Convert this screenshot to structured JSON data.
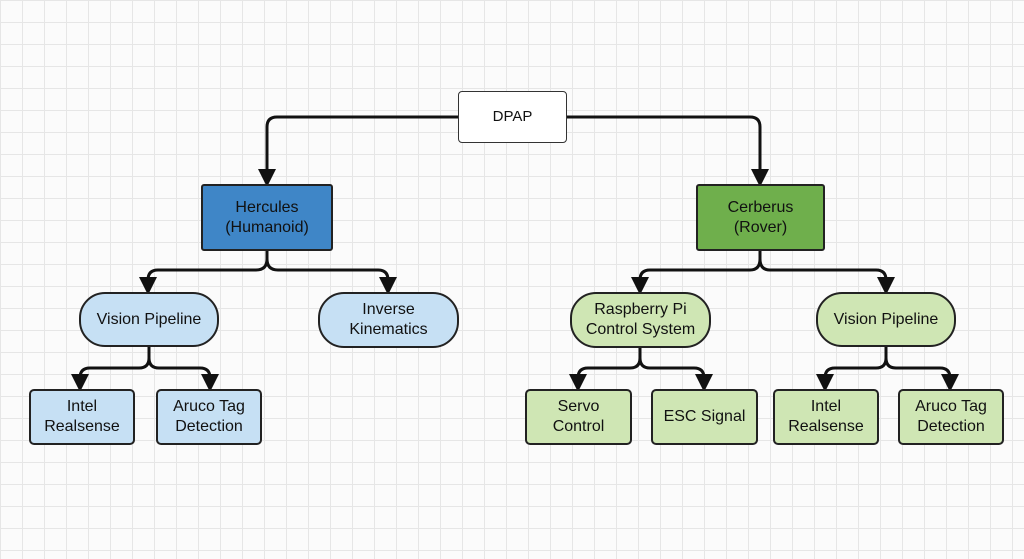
{
  "diagram": {
    "root": {
      "label": "DPAP"
    },
    "hercules": {
      "label": "Hercules\n(Humanoid)",
      "color": "#3f86c7",
      "vision_pipeline": "Vision Pipeline",
      "inverse_kinematics": "Inverse\nKinematics",
      "intel_realsense": "Intel\nRealsense",
      "aruco_tag_detection": "Aruco Tag\nDetection"
    },
    "cerberus": {
      "label": "Cerberus\n(Rover)",
      "color": "#6faf4c",
      "raspberry_pi_control_system": "Raspberry Pi\nControl System",
      "vision_pipeline": "Vision Pipeline",
      "servo_control": "Servo\nControl",
      "esc_signal": "ESC Signal",
      "intel_realsense": "Intel\nRealsense",
      "aruco_tag_detection": "Aruco Tag\nDetection"
    },
    "colors": {
      "light_blue": "#c6e0f4",
      "light_green": "#cfe6b4",
      "connector": "#111111"
    }
  }
}
